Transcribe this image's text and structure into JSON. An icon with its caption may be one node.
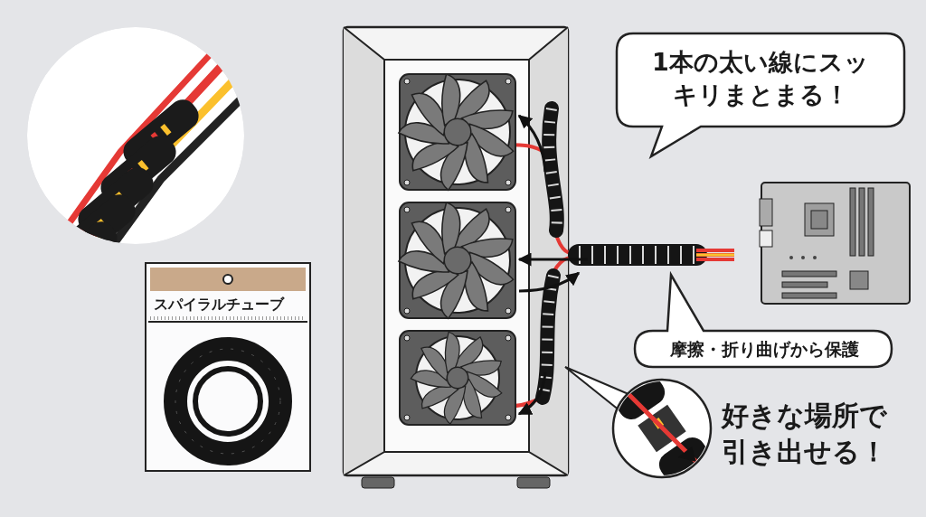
{
  "diagram": {
    "nodes": [
      {
        "text": [
          "1本の太い線にスッキリまとまる！"
        ]
      },
      {
        "text": [
          "摩擦・折り曲げから保護"
        ]
      },
      {
        "text": [
          "スパイラルチューブ"
        ]
      },
      {
        "text": [],
        "shape": "picture"
      },
      {
        "text": [],
        "shape": "picture"
      },
      {
        "text": [],
        "shape": "picture"
      }
    ],
    "edges": [
      {
        "from": null,
        "to": 3,
        "arrow": "to"
      },
      {
        "from": null,
        "to": 4,
        "arrow": "to"
      },
      {
        "from": 4,
        "to": null,
        "arrow": "to"
      },
      {
        "from": null,
        "to": 5,
        "arrow": "to"
      }
    ],
    "labels": [
      "好きな場所で引き出せる！"
    ]
  }
}
